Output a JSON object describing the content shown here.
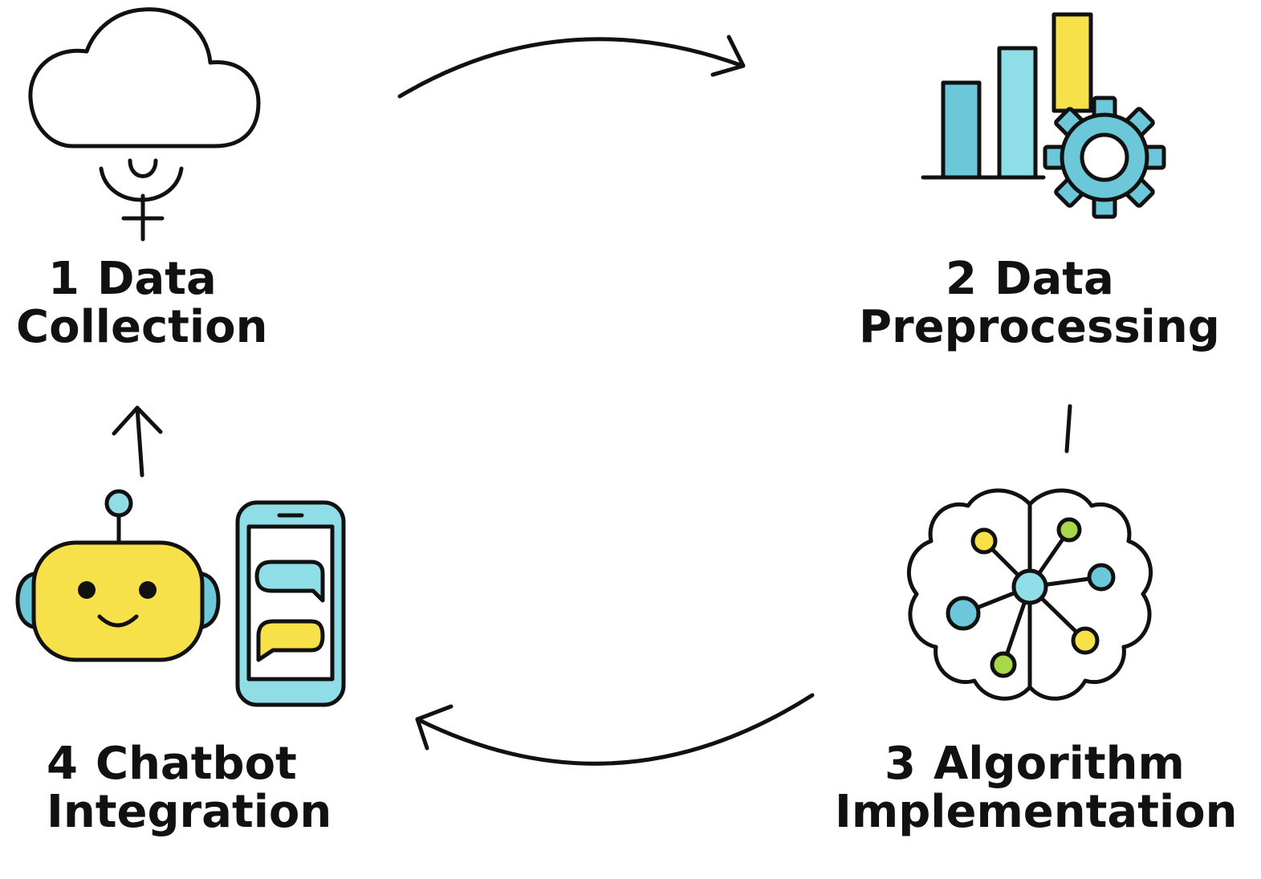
{
  "steps": [
    {
      "number": "1",
      "title_line1": "Data",
      "title_line2": "Collection",
      "icon": "cloud-icon"
    },
    {
      "number": "2",
      "title_line1": "Data",
      "title_line2": "Preprocessing",
      "icon": "bar-chart-gear-icon"
    },
    {
      "number": "3",
      "title_line1": "Algorithm",
      "title_line2": "Implementation",
      "icon": "brain-network-icon"
    },
    {
      "number": "4",
      "title_line1": "Chatbot",
      "title_line2": "Integration",
      "icon": "robot-phone-icon"
    }
  ],
  "colors": {
    "stroke": "#111111",
    "teal": "#6cc7d8",
    "light_teal": "#8fdde6",
    "yellow": "#f6e14a",
    "green": "#a8d84a",
    "background": "#ffffff"
  }
}
